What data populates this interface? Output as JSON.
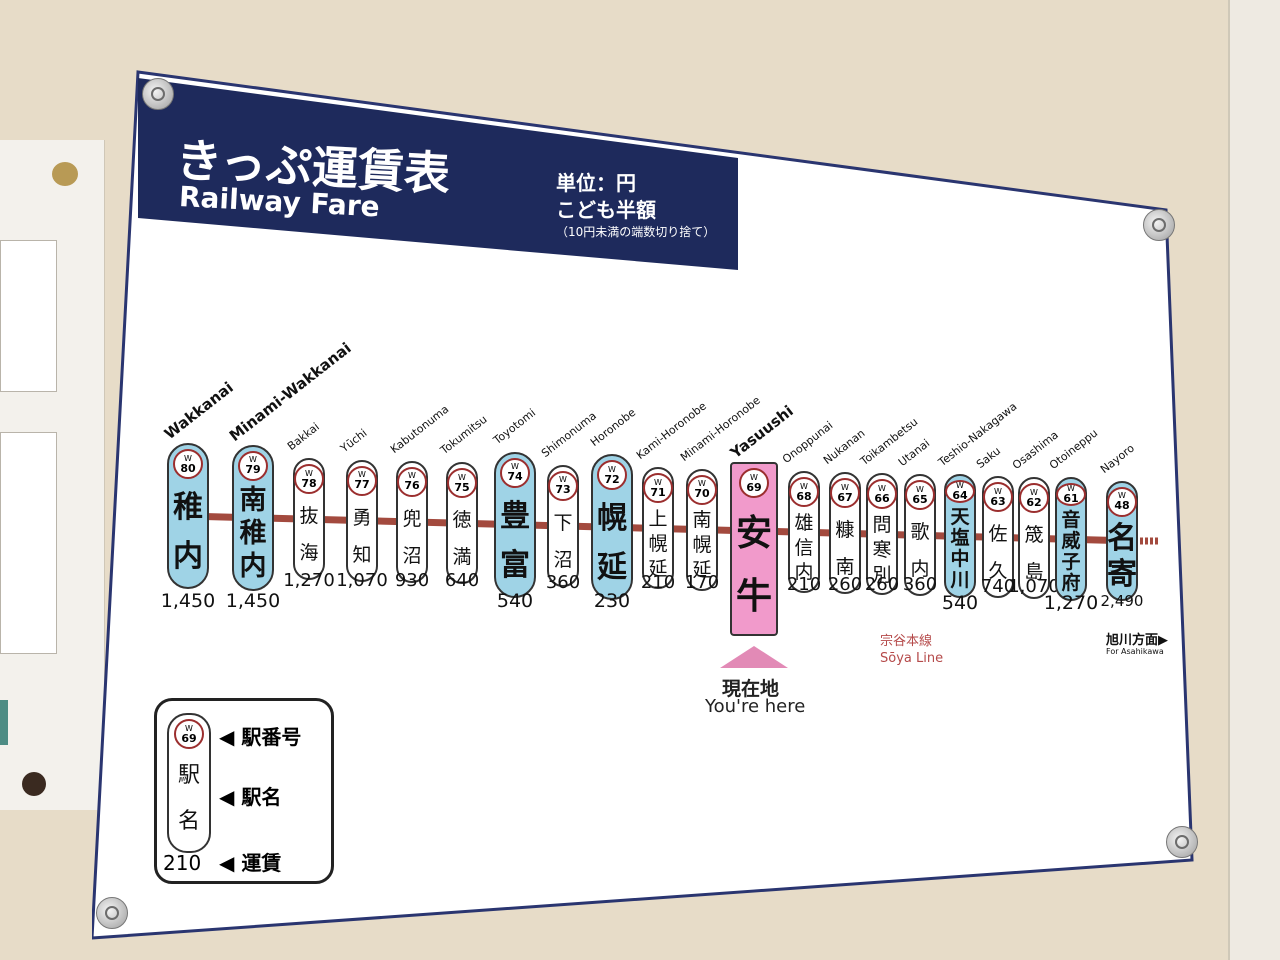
{
  "sign": {
    "title_ja": "きっぷ運賃表",
    "title_en": "Railway Fare",
    "unit_label": "単位：円",
    "child_note": "こども半額",
    "rounding_note": "（10円未満の端数切り捨て）"
  },
  "stations": [
    {
      "code_letter": "W",
      "code_num": "80",
      "romaji": "Wakkanai",
      "kanji": [
        "稚",
        "内"
      ],
      "fare": "1,450",
      "color": "#9fd3e6",
      "big": true
    },
    {
      "code_letter": "W",
      "code_num": "79",
      "romaji": "Minami-Wakkanai",
      "kanji": [
        "南",
        "稚",
        "内"
      ],
      "fare": "1,450",
      "color": "#9fd3e6",
      "big": true
    },
    {
      "code_letter": "W",
      "code_num": "78",
      "romaji": "Bakkai",
      "kanji": [
        "抜",
        "海"
      ],
      "fare": "1,270",
      "color": "#ffffff",
      "big": false
    },
    {
      "code_letter": "W",
      "code_num": "77",
      "romaji": "Yūchi",
      "kanji": [
        "勇",
        "知"
      ],
      "fare": "1,070",
      "color": "#ffffff",
      "big": false
    },
    {
      "code_letter": "W",
      "code_num": "76",
      "romaji": "Kabutonuma",
      "kanji": [
        "兜",
        "沼"
      ],
      "fare": "930",
      "color": "#ffffff",
      "big": false
    },
    {
      "code_letter": "W",
      "code_num": "75",
      "romaji": "Tokumitsu",
      "kanji": [
        "徳",
        "満"
      ],
      "fare": "640",
      "color": "#ffffff",
      "big": false
    },
    {
      "code_letter": "W",
      "code_num": "74",
      "romaji": "Toyotomi",
      "kanji": [
        "豊",
        "富"
      ],
      "fare": "540",
      "color": "#9fd3e6",
      "big": true
    },
    {
      "code_letter": "W",
      "code_num": "73",
      "romaji": "Shimonuma",
      "kanji": [
        "下",
        "沼"
      ],
      "fare": "360",
      "color": "#ffffff",
      "big": false
    },
    {
      "code_letter": "W",
      "code_num": "72",
      "romaji": "Horonobe",
      "kanji": [
        "幌",
        "延"
      ],
      "fare": "230",
      "color": "#9fd3e6",
      "big": true
    },
    {
      "code_letter": "W",
      "code_num": "71",
      "romaji": "Kami-Horonobe",
      "kanji": [
        "上",
        "幌",
        "延"
      ],
      "fare": "210",
      "color": "#ffffff",
      "big": false
    },
    {
      "code_letter": "W",
      "code_num": "70",
      "romaji": "Minami-Horonobe",
      "kanji": [
        "南",
        "幌",
        "延"
      ],
      "fare": "170",
      "color": "#ffffff",
      "big": false
    },
    {
      "code_letter": "W",
      "code_num": "69",
      "romaji": "Yasuushi",
      "kanji": [
        "安",
        "牛"
      ],
      "fare": "",
      "color": "#f19acb",
      "big": true,
      "current": true
    },
    {
      "code_letter": "W",
      "code_num": "68",
      "romaji": "Onoppunai",
      "kanji": [
        "雄",
        "信",
        "内"
      ],
      "fare": "210",
      "color": "#ffffff",
      "big": false
    },
    {
      "code_letter": "W",
      "code_num": "67",
      "romaji": "Nukanan",
      "kanji": [
        "糠",
        "南"
      ],
      "fare": "260",
      "color": "#ffffff",
      "big": false
    },
    {
      "code_letter": "W",
      "code_num": "66",
      "romaji": "Toikambetsu",
      "kanji": [
        "問",
        "寒",
        "別"
      ],
      "fare": "260",
      "color": "#ffffff",
      "big": false
    },
    {
      "code_letter": "W",
      "code_num": "65",
      "romaji": "Utanai",
      "kanji": [
        "歌",
        "内"
      ],
      "fare": "360",
      "color": "#ffffff",
      "big": false
    },
    {
      "code_letter": "W",
      "code_num": "64",
      "romaji": "Teshio-Nakagawa",
      "kanji": [
        "天",
        "塩",
        "中",
        "川"
      ],
      "fare": "540",
      "color": "#9fd3e6",
      "big": true
    },
    {
      "code_letter": "W",
      "code_num": "63",
      "romaji": "Saku",
      "kanji": [
        "佐",
        "久"
      ],
      "fare": "740",
      "color": "#ffffff",
      "big": false
    },
    {
      "code_letter": "W",
      "code_num": "62",
      "romaji": "Osashima",
      "kanji": [
        "筬",
        "島"
      ],
      "fare": "1,070",
      "color": "#ffffff",
      "big": false
    },
    {
      "code_letter": "W",
      "code_num": "61",
      "romaji": "Otoineppu",
      "kanji": [
        "音",
        "威",
        "子",
        "府"
      ],
      "fare": "1,270",
      "color": "#9fd3e6",
      "big": true
    },
    {
      "code_letter": "W",
      "code_num": "48",
      "romaji": "Nayoro",
      "kanji": [
        "名",
        "寄"
      ],
      "fare": "2,490",
      "color": "#9fd3e6",
      "big": true
    }
  ],
  "line": {
    "name_ja": "宗谷本線",
    "name_en": "Sōya Line",
    "color": "#a34a3e",
    "direction_ja": "旭川方面▶",
    "direction_en": "For Asahikawa"
  },
  "you_are_here": {
    "ja": "現在地",
    "en": "You're here"
  },
  "legend": {
    "code_letter": "W",
    "code_num": "69",
    "kanji": [
      "駅",
      "名"
    ],
    "fare_example": "210",
    "label_code": "駅番号",
    "label_name": "駅名",
    "label_fare": "運賃"
  }
}
